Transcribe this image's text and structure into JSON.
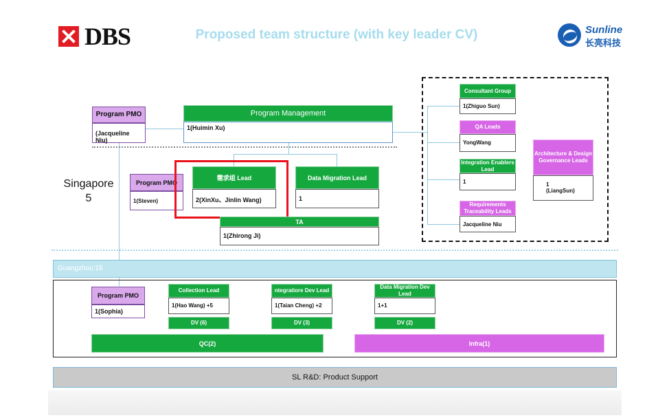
{
  "header": {
    "title": "Proposed team structure (with key leader CV)",
    "dbs_logo_text": "DBS",
    "sunline_logo_en": "Sunline",
    "sunline_logo_cn": "长亮科技"
  },
  "singapore": {
    "label": "Singapore",
    "count": "5",
    "program_pmo": {
      "title": "Program PMO",
      "member": "(Jacqueline Niu)"
    },
    "program_management": {
      "title": "Program Management",
      "member": "1(Huimin Xu)"
    },
    "program_pmo_2": {
      "title": "Program PMO",
      "member": "1(Steven)"
    },
    "requirements_lead": {
      "title": "需求组 Lead",
      "member": "2(XinXu、Jinlin Wang)"
    },
    "data_migration_lead": {
      "title": "Data Migration Lead",
      "member": "1"
    },
    "ta": {
      "title": "TA",
      "member": "1(Zhirong Ji)"
    }
  },
  "consultants": {
    "consultant_group": {
      "title": "Consultant Group",
      "member": "1(Zhiguo Sun)"
    },
    "qa_leads": {
      "title": "QA Leads",
      "member": "YongWang"
    },
    "integration_enablers": {
      "title": "Integration Enablers Lead",
      "member": "1"
    },
    "requirements_traceability": {
      "title": "Requirements Traceability Leads",
      "member": "Jacqueline Niu"
    },
    "architecture": {
      "title": "Architecture & Design Governance Leads",
      "count": "1",
      "member": "(LiangSun)"
    }
  },
  "guangzhou": {
    "label": "Guangzhou:15",
    "program_pmo": {
      "title": "Program PMO",
      "member": "1(Sophia)"
    },
    "collection_lead": {
      "title": "Collection Lead",
      "member": "1(Hao Wang) +5",
      "dv": "DV (6)"
    },
    "integration_dev_lead": {
      "title": "ntegratiore Dev Lead",
      "member": "1(Taian Cheng) +2",
      "dv": "DV (3)"
    },
    "data_migration_dev_lead": {
      "title": "Data Migration Dev Lead",
      "member": "1+1",
      "dv": "DV (2)"
    },
    "qc": "QC(2)",
    "infra": "Infra(1)"
  },
  "footer": {
    "product_support": "SL R&D: Product Support"
  },
  "colors": {
    "green": "#14a83e",
    "purple": "#d766e6",
    "highlight": "#e8121a",
    "band": "#bfe6f0",
    "title": "#a6dced"
  }
}
